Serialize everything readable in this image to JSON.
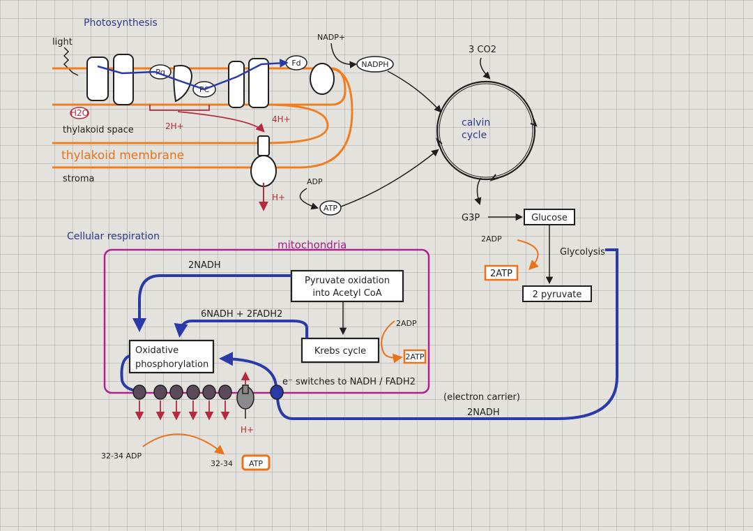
{
  "photosynthesis": {
    "title": "Photosynthesis",
    "light": "light",
    "h2o": "H2O",
    "thylakoid_space": "thylakoid space",
    "thylakoid_membrane": "thylakoid membrane",
    "stroma": "stroma",
    "pq": "Pq",
    "pc": "PC",
    "fd": "Fd",
    "nadp_plus": "NADP+",
    "nadph": "NADPH",
    "two_h": "2H+",
    "four_h": "4H+",
    "h_plus": "H+",
    "adp": "ADP",
    "atp": "ATP",
    "co2": "3 CO2",
    "calvin_cycle": [
      "calvin",
      "cycle"
    ],
    "g3p": "G3P",
    "glucose": "Glucose"
  },
  "respiration": {
    "title": "Cellular respiration",
    "mitochondria": "mitochondria",
    "glycolysis": "Glycolysis",
    "two_adp_glycolysis": "2ADP",
    "two_atp_glycolysis": "2ATP",
    "two_pyruvate": "2 pyruvate",
    "pyruvate_oxidation": [
      "Pyruvate oxidation",
      "into Acetyl CoA"
    ],
    "two_nadh_top": "2NADH",
    "nadh_fadh": "6NADH + 2FADH2",
    "krebs": "Krebs cycle",
    "two_adp_krebs": "2ADP",
    "two_atp_krebs": "2ATP",
    "oxidative": [
      "Oxidative",
      "phosphorylation"
    ],
    "e_switch": "e⁻ switches to NADH / FADH2",
    "electron_carrier": "(electron carrier)",
    "two_nadh_bottom": "2NADH",
    "h_plus": "H+",
    "adp_32": "32-34 ADP",
    "atp_32_num": "32-34",
    "atp_32_label": "ATP"
  },
  "colors": {
    "membrane": "#f07d1e",
    "electron_flow": "#2a3aa8",
    "mitochondria": "#b0208f",
    "proton": "#b52a3c",
    "ink": "#1f1f1f"
  }
}
